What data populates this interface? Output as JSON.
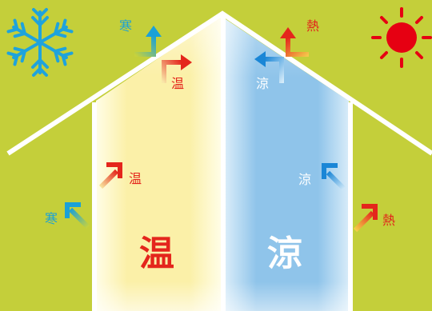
{
  "colors": {
    "background": "#c4cf3a",
    "house_outline": "#ffffff",
    "warm_panel": "#fbf0a8",
    "cool_panel": "#8fc4ea",
    "warm_text": "#e4261c",
    "cool_text": "#ffffff",
    "cold_text": "#1aa1d8",
    "heat_text": "#e2231a",
    "snowflake": "#1fa3dc",
    "sun": "#e60012"
  },
  "icons": {
    "cold": "snowflake-icon",
    "hot": "sun-icon"
  },
  "labels": {
    "cold_top": "寒",
    "warm_roof": "温",
    "warm_wall": "温",
    "cold_wall": "寒",
    "cool_roof": "涼",
    "heat_top": "熱",
    "cool_wall": "涼",
    "heat_wall": "熱",
    "warm_room": "温",
    "cool_room": "涼"
  }
}
